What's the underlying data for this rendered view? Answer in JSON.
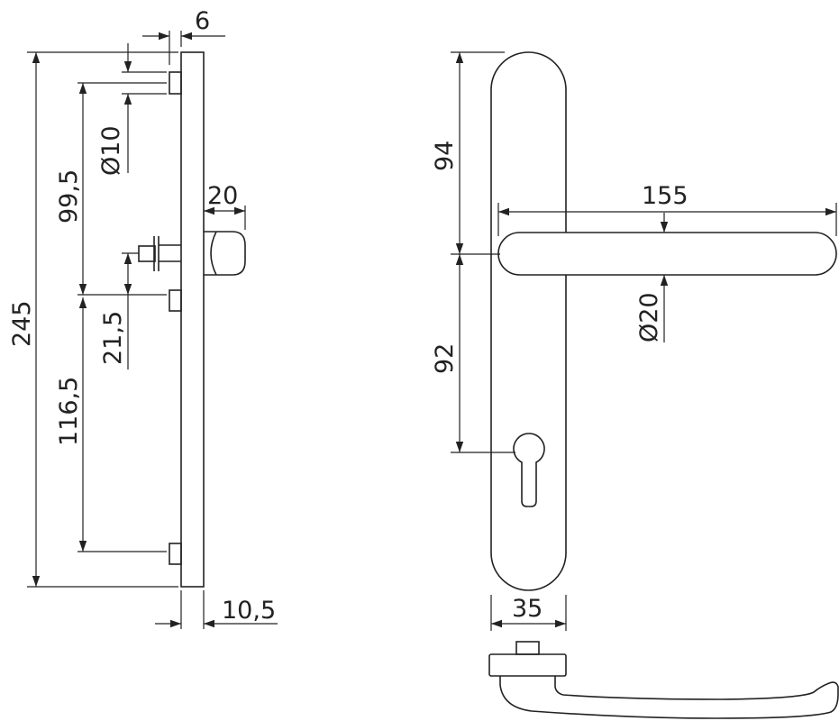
{
  "side_view": {
    "dims": {
      "flange": "6",
      "diameter_stud": "Ø10",
      "stud_to_spindle": "99,5",
      "total_height": "245",
      "spindle_to_stud": "21,5",
      "spindle_to_bottom_stud": "116,5",
      "handle_depth": "20",
      "plate_thickness": "10,5"
    }
  },
  "front_view": {
    "dims": {
      "top_to_lever": "94",
      "lever_length": "155",
      "lever_diameter": "Ø20",
      "lever_to_keyhole": "92",
      "plate_width": "35"
    }
  }
}
